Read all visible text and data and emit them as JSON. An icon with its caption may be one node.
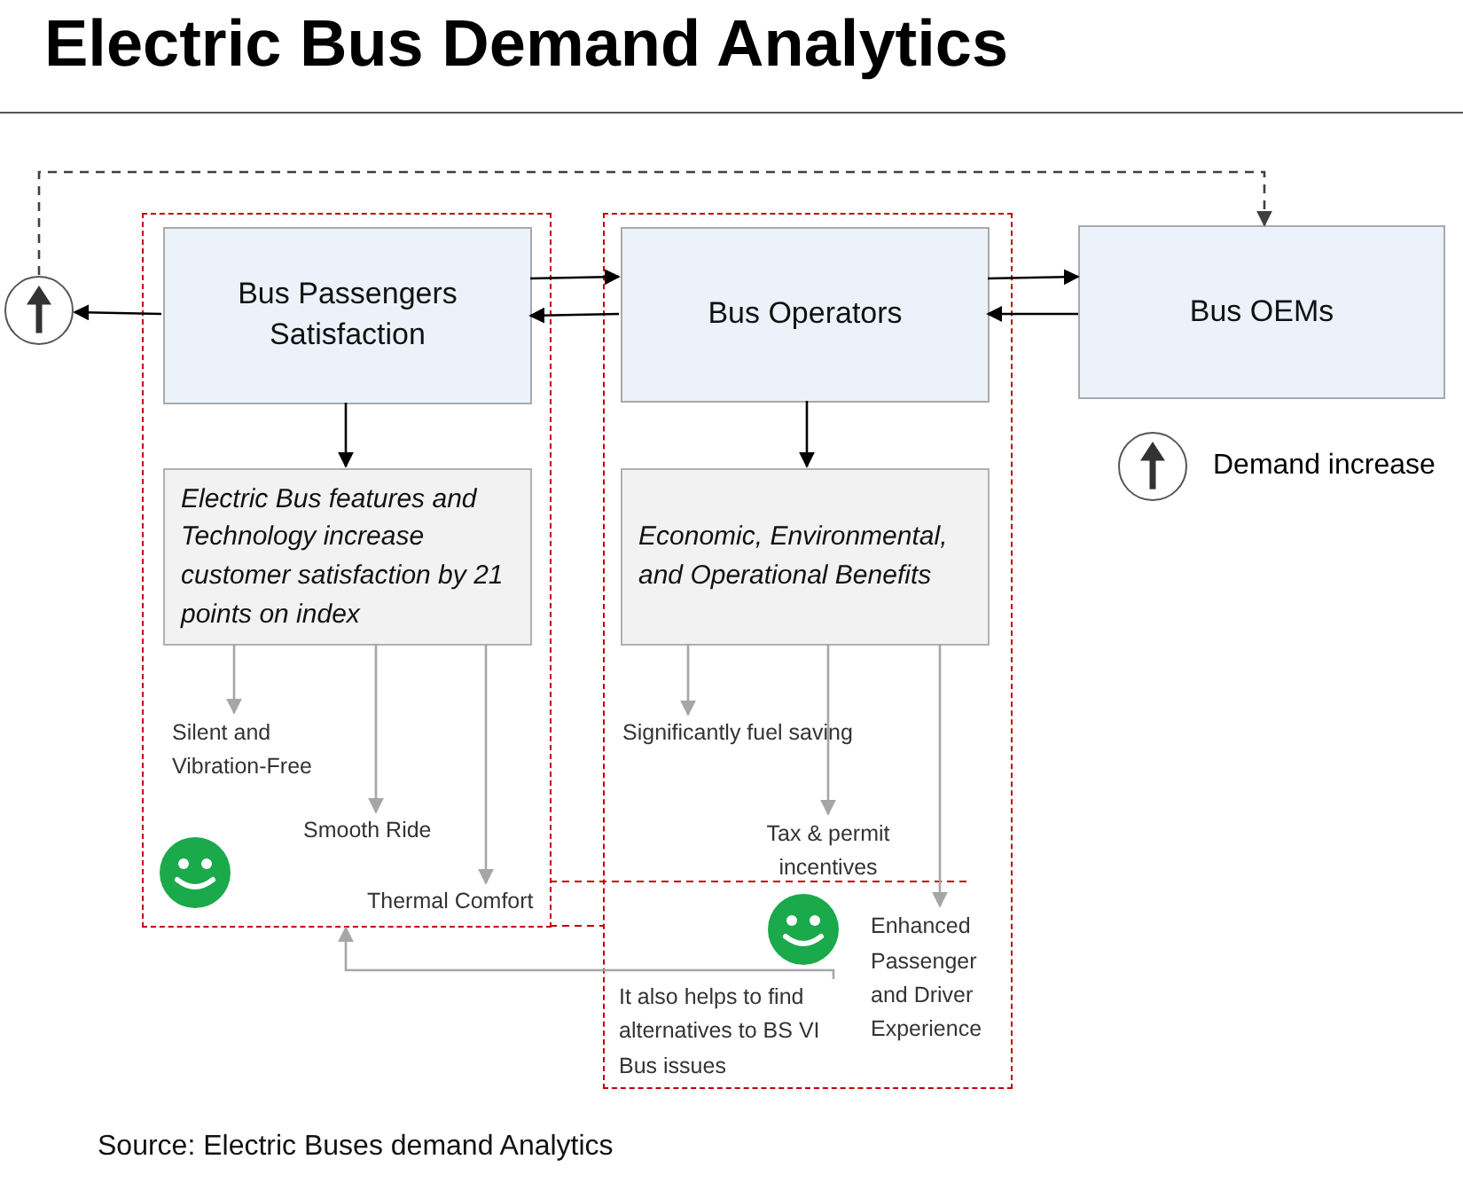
{
  "diagram": {
    "title": "Electric Bus Demand Analytics",
    "nodes": [
      {
        "text": [],
        "shape": "box"
      },
      {
        "text": [
          "Bus Passengers Satisfaction"
        ],
        "in": 0
      },
      {
        "text": [
          "Electric Bus features and Technology increase customer satisfaction by 21 points on index"
        ],
        "in": 0
      },
      {
        "text": [
          "Silent and Vibration-Free"
        ],
        "in": 0
      },
      {
        "text": [
          "Smooth Ride"
        ],
        "in": 0
      },
      {
        "text": [
          "Thermal Comfort"
        ],
        "in": 0
      },
      {
        "text": [],
        "shape": "box"
      },
      {
        "text": [
          "Bus Operators"
        ],
        "in": 6
      },
      {
        "text": [
          "Economic, Environmental, and Operational Benefits"
        ],
        "in": 6
      },
      {
        "text": [
          "Significantly fuel saving"
        ],
        "in": 6
      },
      {
        "text": [
          "Tax & permit incentives"
        ],
        "in": 6
      },
      {
        "text": [
          "Enhanced Passenger and Driver Experience"
        ],
        "in": 6
      },
      {
        "text": [
          "It also helps to find alternatives to BS VI Bus issues"
        ],
        "in": 6
      },
      {
        "text": [
          "Bus OEMs"
        ]
      },
      {
        "text": [],
        "shape": "circle"
      }
    ],
    "edges": [
      {
        "from": 1,
        "to": 7,
        "arrow": "to"
      },
      {
        "from": 7,
        "to": 1,
        "arrow": "to"
      },
      {
        "from": 7,
        "to": 13,
        "arrow": "to"
      },
      {
        "from": 13,
        "to": 7,
        "arrow": "to"
      },
      {
        "from": 1,
        "to": 14,
        "arrow": "to"
      },
      {
        "from": 14,
        "to": 13,
        "arrow": "to",
        "style": "dashed",
        "color": "#404040"
      },
      {
        "from": 1,
        "to": 2,
        "arrow": "to"
      },
      {
        "from": 7,
        "to": 8,
        "arrow": "to"
      },
      {
        "from": 2,
        "to": 3,
        "arrow": "to",
        "color": "#a6a6a6"
      },
      {
        "from": 2,
        "to": 4,
        "arrow": "to",
        "color": "#a6a6a6"
      },
      {
        "from": 2,
        "to": 5,
        "arrow": "to",
        "color": "#a6a6a6"
      },
      {
        "from": 8,
        "to": 9,
        "arrow": "to",
        "color": "#a6a6a6"
      },
      {
        "from": 8,
        "to": 10,
        "arrow": "to",
        "color": "#a6a6a6"
      },
      {
        "from": 8,
        "to": 11,
        "arrow": "to",
        "color": "#a6a6a6"
      },
      {
        "from": 12,
        "to": 0,
        "arrow": "to",
        "color": "#a6a6a6"
      }
    ],
    "legend": [
      {
        "text": "Demand increase"
      }
    ],
    "caption": "Source: Electric Buses demand Analytics"
  }
}
